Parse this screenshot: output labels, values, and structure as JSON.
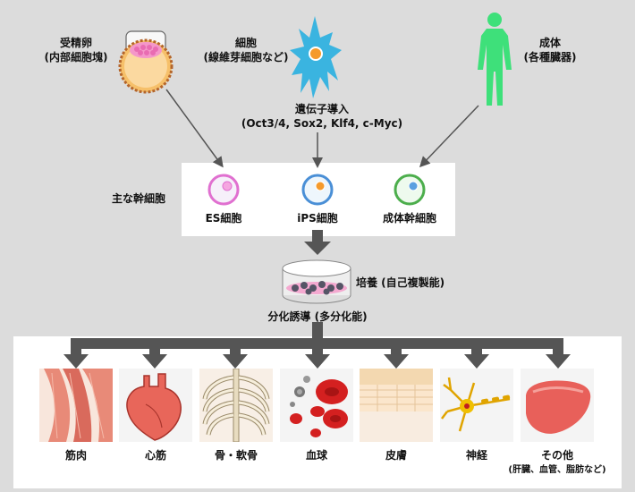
{
  "sources": {
    "embryo": {
      "title": "受精卵",
      "sub": "(内部細胞塊)"
    },
    "cell": {
      "title": "細胞",
      "sub": "(線維芽細胞など)"
    },
    "adult": {
      "title": "成体",
      "sub": "(各種臓器)"
    }
  },
  "gene_intro": {
    "title": "遺伝子導入",
    "genes": "(Oct3/4, Sox2, Klf4, c-Myc)"
  },
  "stem_cells": {
    "heading": "主な幹細胞",
    "items": [
      {
        "label": "ES細胞",
        "color": "#e070d0"
      },
      {
        "label": "iPS細胞",
        "color": "#4a8fd6"
      },
      {
        "label": "成体幹細胞",
        "color": "#4cae4c"
      }
    ]
  },
  "culture": {
    "label": "培養 (自己複製能)"
  },
  "differentiation": {
    "label": "分化誘導 (多分化能)"
  },
  "tissues": [
    {
      "label": "筋肉"
    },
    {
      "label": "心筋"
    },
    {
      "label": "骨・軟骨"
    },
    {
      "label": "血球"
    },
    {
      "label": "皮膚"
    },
    {
      "label": "神経"
    },
    {
      "label": "その他",
      "sub": "(肝臓、血管、脂肪など)"
    }
  ],
  "colors": {
    "arrow": "#555555",
    "adult_figure": "#3ee07a",
    "cell_body": "#3ab4e0"
  }
}
